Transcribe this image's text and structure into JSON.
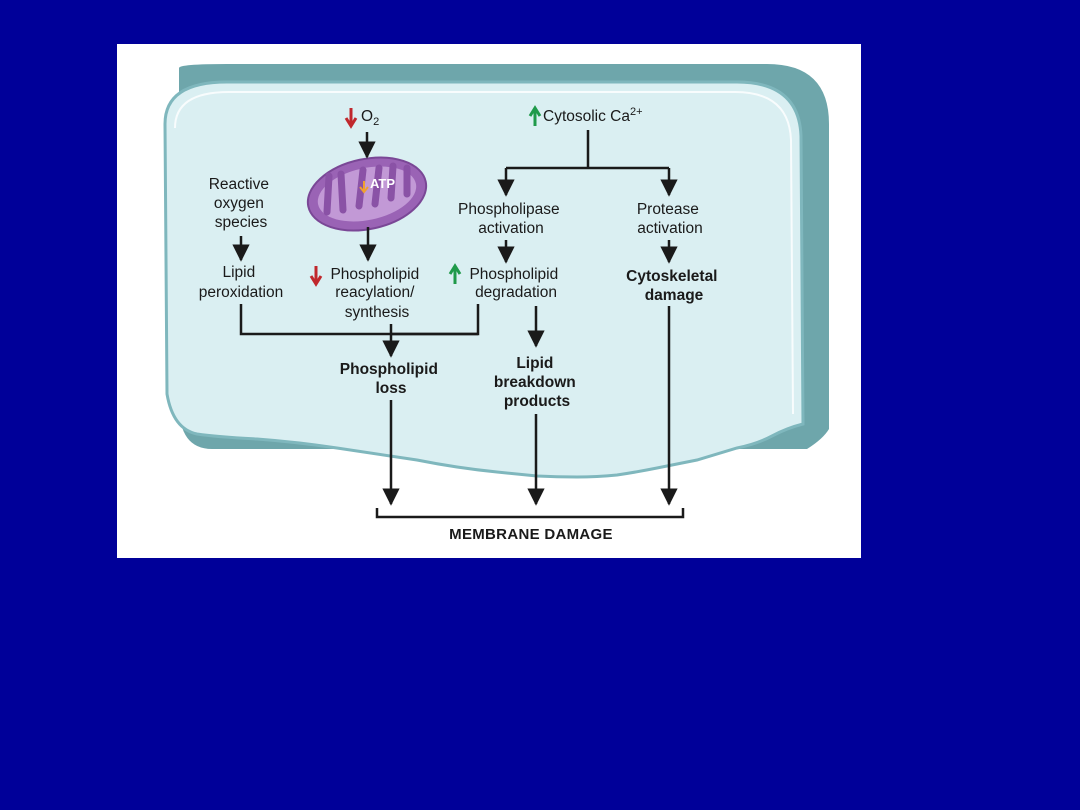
{
  "slide": {
    "background": "#000099"
  },
  "diagram": {
    "colors": {
      "cell_fill": "#daeff2",
      "cell_border": "#7fb7bd",
      "shadow": "#6ea6ab",
      "arrow": "#1a1a1a",
      "down_arrow": "#c0282d",
      "up_arrow": "#1f9a4a",
      "mitochondrion": "#9a63b5"
    },
    "icons": {
      "mitochondrion": "mitochondrion-icon",
      "decrease": "red-down-arrow-icon",
      "increase": "green-up-arrow-icon"
    },
    "o2": {
      "text": "O",
      "sub": "2"
    },
    "cytosolic_ca": {
      "text": "Cytosolic Ca",
      "sup": "2+"
    },
    "atp": "ATP",
    "ros": [
      "Reactive",
      "oxygen",
      "species"
    ],
    "lipid_peroxidation": [
      "Lipid",
      "peroxidation"
    ],
    "reacylation": [
      "Phospholipid",
      "reacylation/",
      "synthesis"
    ],
    "phospholipase_activation": [
      "Phospholipase",
      "activation"
    ],
    "phospholipid_degradation": [
      "Phospholipid",
      "degradation"
    ],
    "protease_activation": [
      "Protease",
      "activation"
    ],
    "cytoskeletal_damage": [
      "Cytoskeletal",
      "damage"
    ],
    "phospholipid_loss": [
      "Phospholipid",
      "loss"
    ],
    "lipid_breakdown_products": [
      "Lipid",
      "breakdown",
      "products"
    ],
    "membrane_damage": "MEMBRANE DAMAGE"
  }
}
